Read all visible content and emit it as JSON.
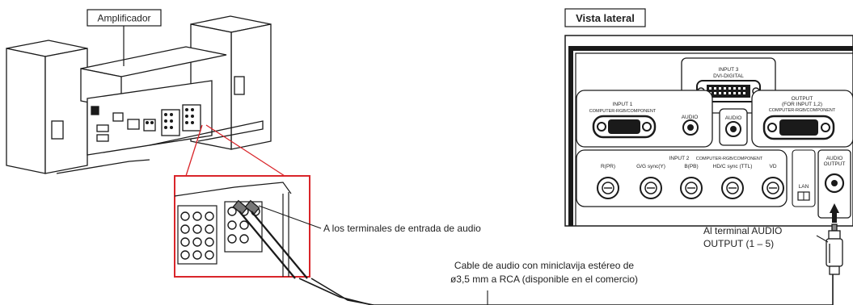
{
  "labels": {
    "amplifier": "Amplificador",
    "side_view": "Vista lateral",
    "audio_input_terminals": "A los terminales de entrada de audio",
    "audio_output_terminal_line1": "Al terminal AUDIO",
    "audio_output_terminal_line2": "OUTPUT (1 – 5)",
    "cable_line1": "Cable de audio con miniclavija estéreo de",
    "cable_line2": "ø3,5 mm a RCA (disponible en el comercio)"
  },
  "panel": {
    "input3": "INPUT 3",
    "dvi_digital": "DVI-DIGITAL",
    "input1": "INPUT 1",
    "input1_sub": "COMPUTER-RGB/COMPONENT",
    "audio_a": "AUDIO",
    "audio_b": "AUDIO",
    "output": "OUTPUT",
    "output_for": "(FOR INPUT 1,2)",
    "output_sub": "COMPUTER-RGB/COMPONENT",
    "input2": "INPUT 2",
    "input2_sub": "COMPUTER-RGB/COMPONENT",
    "bnc_labels": [
      "R(PR)",
      "G/G sync(Y)",
      "B(PB)",
      "HD/C sync (TTL)",
      "VD"
    ],
    "lan": "LAN",
    "audio_out_1": "AUDIO",
    "audio_out_2": "OUTPUT"
  },
  "colors": {
    "callout": "#d9252a",
    "line": "#1a1a1a",
    "panel_fill": "#ffffff"
  }
}
